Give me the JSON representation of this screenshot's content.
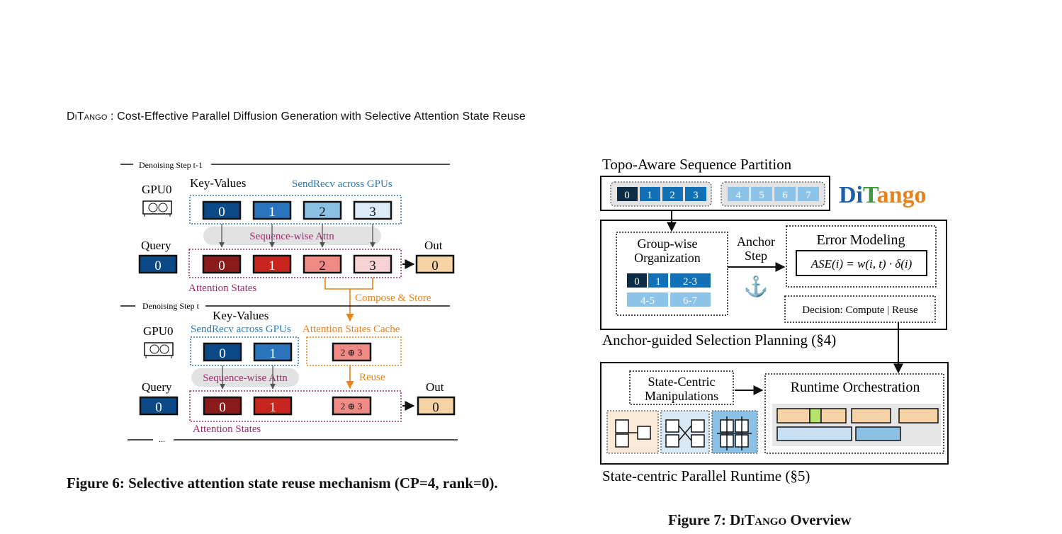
{
  "header": {
    "title_sc": "DiTango",
    "title_rest": " : Cost-Effective Parallel Diffusion Generation with Selective Attention State Reuse"
  },
  "fig6": {
    "step_prev": "Denoising Step t-1",
    "step_cur": "Denoising Step t",
    "ellipsis": "...",
    "gpu_label": "GPU0",
    "key_values": "Key-Values",
    "sendrecv": "SendRecv across GPUs",
    "seq_attn": "Sequence-wise Attn",
    "query": "Query",
    "query_val": "0",
    "out": "Out",
    "out_val": "0",
    "attn_states": "Attention States",
    "compose": "Compose & Store",
    "cache": "Attention States Cache",
    "reuse": "Reuse",
    "combined": "2 ⊕ 3",
    "kv_top": [
      "0",
      "1",
      "2",
      "3"
    ],
    "as_top": [
      "0",
      "1",
      "2",
      "3"
    ],
    "kv_bottom": [
      "0",
      "1"
    ],
    "as_bottom": [
      "0",
      "1"
    ],
    "colors": {
      "kv0": "#0b4a86",
      "kv1": "#2a73bd",
      "kv2": "#8cc1e6",
      "kv3": "#dcebf7",
      "as0": "#8b1a1a",
      "as1": "#c8251f",
      "as2": "#f08a84",
      "as3": "#f9d2d6",
      "out": "#f6d3a4",
      "purple": "#9c2a6f",
      "blue": "#2b78b0",
      "orange": "#e8821a"
    }
  },
  "fig7": {
    "partition_title": "Topo-Aware Sequence Partition",
    "groups": [
      "0",
      "1",
      "2",
      "3",
      "4",
      "5",
      "6",
      "7"
    ],
    "logo": [
      "Di",
      "T",
      "ango"
    ],
    "group_org": [
      "Group-wise",
      "Organization"
    ],
    "org_cells": [
      "0",
      "1",
      "2-3",
      "4-5",
      "6-7"
    ],
    "anchor_step": [
      "Anchor",
      "Step"
    ],
    "anchor_icon": "⚓",
    "error_modeling": "Error Modeling",
    "formula": "ASE(i) = w(i, t) · δ(i)",
    "decision": "Decision:  Compute | Reuse",
    "planning_label": "Anchor-guided Selection Planning (§4)",
    "state_centric": [
      "State-Centric",
      "Manipulations"
    ],
    "runtime_orch": "Runtime Orchestration",
    "runtime_label": "State-centric Parallel Runtime (§5)",
    "colors": {
      "dark": "#0d2b45",
      "mid": "#1170b6",
      "light": "#8cc3e8",
      "logo_blue": "#1f5ea8",
      "logo_green": "#3a9a3a",
      "logo_orange": "#e8821a",
      "peach": "#f6d3a4",
      "sky": "#c6e0f2",
      "sky2": "#8cc1e6",
      "lime": "#b7e36a"
    }
  },
  "captions": {
    "fig6": "Figure 6: Selective attention state reuse mechanism (CP=4, rank=0).",
    "fig7_prefix": "Figure 7: ",
    "fig7_sc": "DiTango",
    "fig7_suffix": " Overview"
  }
}
